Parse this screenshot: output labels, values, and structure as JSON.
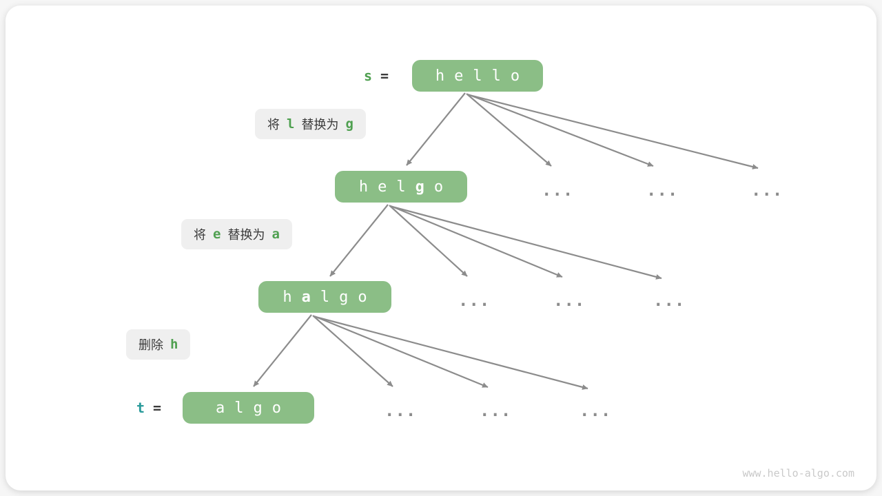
{
  "watermark": "www.hello-algo.com",
  "ellipsis": "...",
  "colors": {
    "node_green": "#8BBE86",
    "label_bg": "#EFEFEF",
    "code_green": "#4FA050",
    "code_teal": "#2A9B9B",
    "text_dark": "#3B3B3B",
    "arrow_gray": "#8C8C8C",
    "watermark_gray": "#C9C9C9"
  },
  "vars": {
    "s": {
      "name": "s",
      "eq": "="
    },
    "t": {
      "name": "t",
      "eq": "="
    }
  },
  "nodes": [
    {
      "name": "hello",
      "chars": [
        "h",
        "e",
        "l",
        "l",
        "o"
      ]
    },
    {
      "name": "helgo",
      "chars": [
        "h",
        "e",
        "l",
        "g",
        "o"
      ]
    },
    {
      "name": "halgo",
      "chars": [
        "h",
        "a",
        "l",
        "g",
        "o"
      ]
    },
    {
      "name": "algo",
      "chars": [
        "a",
        "l",
        "g",
        "o"
      ]
    }
  ],
  "ops": [
    {
      "pre": "将",
      "code1": "l",
      "mid": "替换为",
      "code2": "g"
    },
    {
      "pre": "将",
      "code1": "e",
      "mid": "替换为",
      "code2": "a"
    },
    {
      "pre": "删除",
      "code1": "h"
    }
  ]
}
